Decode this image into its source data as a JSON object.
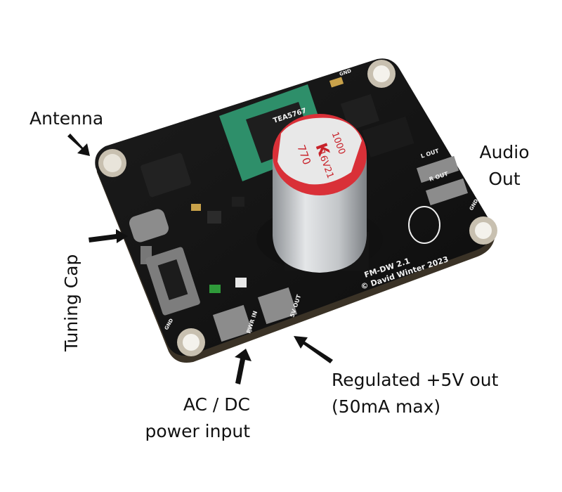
{
  "callouts": {
    "antenna": "Antenna",
    "audio_out": [
      "Audio",
      "Out"
    ],
    "tuning_cap": "Tuning Cap",
    "power_input": [
      "AC / DC",
      "power input"
    ],
    "regulated_out": [
      "Regulated +5V out",
      "(50mA max)"
    ]
  },
  "silkscreen": {
    "model": "FM-DW 2.1",
    "credit": "© David Winter 2023",
    "chip": "TEA5767",
    "gnd": "GND",
    "l_out": "L OUT",
    "r_out": "R OUT",
    "pwr_pins": "PWR IN",
    "five_v_out": "5V OUT"
  },
  "capacitor": {
    "brand": "K",
    "series": "770",
    "rating": "16V21",
    "value": "1000"
  },
  "colors": {
    "pcb": "#141414",
    "pcb_edge": "#2a2a2a",
    "gold": "#c9a24a",
    "cap_body": "#cfd1d3",
    "cap_sleeve": "#c8222a",
    "module": "#2e8f6a"
  }
}
